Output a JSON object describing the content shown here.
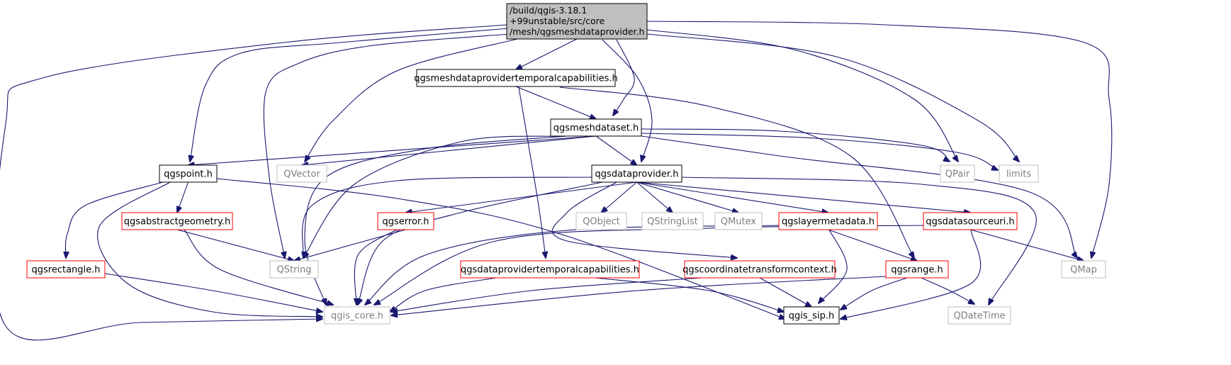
{
  "graph": {
    "nodes": [
      {
        "id": "root",
        "label_lines": [
          "/build/qgis-3.18.1",
          "+99unstable/src/core",
          "/mesh/qgsmeshdataprovider.h"
        ],
        "style": "root"
      },
      {
        "id": "temporalcaps_mesh",
        "label": "qgsmeshdataprovidertemporalcapabilities.h",
        "style": "black"
      },
      {
        "id": "meshdataset",
        "label": "qgsmeshdataset.h",
        "style": "black"
      },
      {
        "id": "qgspoint",
        "label": "qgspoint.h",
        "style": "black"
      },
      {
        "id": "qvector",
        "label": "QVector",
        "style": "gray"
      },
      {
        "id": "qgsdataprovider",
        "label": "qgsdataprovider.h",
        "style": "black"
      },
      {
        "id": "qpair",
        "label": "QPair",
        "style": "gray"
      },
      {
        "id": "limits",
        "label": "limits",
        "style": "gray"
      },
      {
        "id": "abstractgeometry",
        "label": "qgsabstractgeometry.h",
        "style": "red"
      },
      {
        "id": "qgserror",
        "label": "qgserror.h",
        "style": "red"
      },
      {
        "id": "qobject",
        "label": "QObject",
        "style": "gray"
      },
      {
        "id": "qstringlist",
        "label": "QStringList",
        "style": "gray"
      },
      {
        "id": "qmutex",
        "label": "QMutex",
        "style": "gray"
      },
      {
        "id": "layermetadata",
        "label": "qgslayermetadata.h",
        "style": "red"
      },
      {
        "id": "datasourceuri",
        "label": "qgsdatasourceuri.h",
        "style": "red"
      },
      {
        "id": "qgsrectangle",
        "label": "qgsrectangle.h",
        "style": "red"
      },
      {
        "id": "qstring",
        "label": "QString",
        "style": "gray"
      },
      {
        "id": "dp_temporalcaps",
        "label": "qgsdataprovidertemporalcapabilities.h",
        "style": "red"
      },
      {
        "id": "coordtransform",
        "label": "qgscoordinatetransformcontext.h",
        "style": "red"
      },
      {
        "id": "qgsrange",
        "label": "qgsrange.h",
        "style": "red"
      },
      {
        "id": "qmap",
        "label": "QMap",
        "style": "gray"
      },
      {
        "id": "qgis_core",
        "label": "qgis_core.h",
        "style": "gray"
      },
      {
        "id": "qgis_sip",
        "label": "qgis_sip.h",
        "style": "black"
      },
      {
        "id": "qdatetime",
        "label": "QDateTime",
        "style": "gray"
      }
    ],
    "edges": [
      {
        "from": "root",
        "to": "temporalcaps_mesh"
      },
      {
        "from": "root",
        "to": "meshdataset"
      },
      {
        "from": "root",
        "to": "qgspoint"
      },
      {
        "from": "root",
        "to": "qvector"
      },
      {
        "from": "root",
        "to": "qgsdataprovider"
      },
      {
        "from": "root",
        "to": "qpair"
      },
      {
        "from": "root",
        "to": "limits"
      },
      {
        "from": "root",
        "to": "qmap"
      },
      {
        "from": "root",
        "to": "qstring"
      },
      {
        "from": "root",
        "to": "qgis_core"
      },
      {
        "from": "temporalcaps_mesh",
        "to": "meshdataset"
      },
      {
        "from": "temporalcaps_mesh",
        "to": "dp_temporalcaps"
      },
      {
        "from": "temporalcaps_mesh",
        "to": "qgsrange"
      },
      {
        "from": "meshdataset",
        "to": "qgspoint"
      },
      {
        "from": "meshdataset",
        "to": "qvector"
      },
      {
        "from": "meshdataset",
        "to": "qgsdataprovider"
      },
      {
        "from": "meshdataset",
        "to": "qpair"
      },
      {
        "from": "meshdataset",
        "to": "limits"
      },
      {
        "from": "meshdataset",
        "to": "qmap"
      },
      {
        "from": "meshdataset",
        "to": "qstring"
      },
      {
        "from": "meshdataset",
        "to": "qgis_core"
      },
      {
        "from": "qgspoint",
        "to": "abstractgeometry"
      },
      {
        "from": "qgspoint",
        "to": "qgsrectangle"
      },
      {
        "from": "qgspoint",
        "to": "qgis_core"
      },
      {
        "from": "qgspoint",
        "to": "qgis_sip"
      },
      {
        "from": "qgsdataprovider",
        "to": "qgserror"
      },
      {
        "from": "qgsdataprovider",
        "to": "qobject"
      },
      {
        "from": "qgsdataprovider",
        "to": "qstringlist"
      },
      {
        "from": "qgsdataprovider",
        "to": "qmutex"
      },
      {
        "from": "qgsdataprovider",
        "to": "layermetadata"
      },
      {
        "from": "qgsdataprovider",
        "to": "datasourceuri"
      },
      {
        "from": "qgsdataprovider",
        "to": "coordtransform"
      },
      {
        "from": "qgsdataprovider",
        "to": "qdatetime"
      },
      {
        "from": "qgsdataprovider",
        "to": "qstring"
      },
      {
        "from": "qgsdataprovider",
        "to": "qgis_core"
      },
      {
        "from": "abstractgeometry",
        "to": "qstring"
      },
      {
        "from": "abstractgeometry",
        "to": "qgis_core"
      },
      {
        "from": "qgserror",
        "to": "qstring"
      },
      {
        "from": "qgserror",
        "to": "qgis_core"
      },
      {
        "from": "layermetadata",
        "to": "qgsrange"
      },
      {
        "from": "layermetadata",
        "to": "qgis_sip"
      },
      {
        "from": "layermetadata",
        "to": "qgis_core"
      },
      {
        "from": "datasourceuri",
        "to": "qmap"
      },
      {
        "from": "datasourceuri",
        "to": "qgis_sip"
      },
      {
        "from": "datasourceuri",
        "to": "qgis_core"
      },
      {
        "from": "qgsrectangle",
        "to": "qgis_core"
      },
      {
        "from": "dp_temporalcaps",
        "to": "qgis_core"
      },
      {
        "from": "dp_temporalcaps",
        "to": "qgis_sip"
      },
      {
        "from": "coordtransform",
        "to": "qgis_core"
      },
      {
        "from": "coordtransform",
        "to": "qgis_sip"
      },
      {
        "from": "qgsrange",
        "to": "qgis_core"
      },
      {
        "from": "qgsrange",
        "to": "qgis_sip"
      },
      {
        "from": "qgsrange",
        "to": "qdatetime"
      }
    ]
  },
  "colors": {
    "edge": "#191970",
    "root_fill": "#bfbfbf",
    "black_border": "#000000",
    "red_border": "#ff0000",
    "gray_border": "#bfbfbf",
    "gray_text": "#7f7f7f",
    "text": "#000000"
  }
}
